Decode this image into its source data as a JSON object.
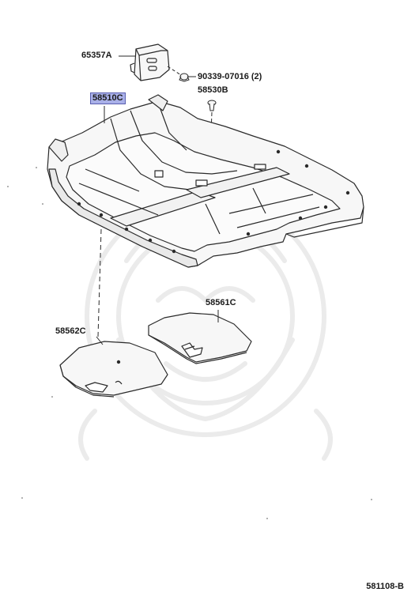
{
  "parts": {
    "bracket": "65357A",
    "clip": "90339-07016 (2)",
    "carpet": "58510C",
    "fastener": "58530B",
    "rear_mat": "58561C",
    "front_mat": "58562C"
  },
  "diagram_code": "581108-B",
  "colors": {
    "line": "#2a2a2a",
    "fill": "#f7f7f7",
    "highlight": "#a9b0e8",
    "watermark": "#ececec"
  }
}
